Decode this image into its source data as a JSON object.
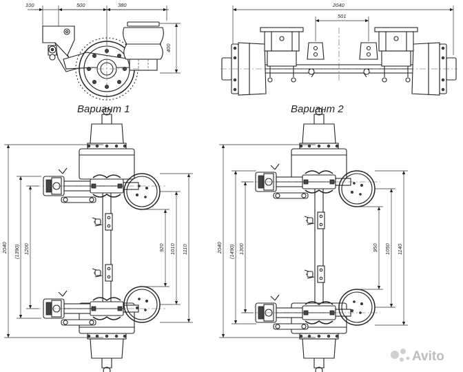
{
  "variants": {
    "v1_label": "Вариант 1",
    "v2_label": "Вариант 2"
  },
  "dims": {
    "side_w1": "100",
    "side_w2": "500",
    "side_w3": "380",
    "side_h": "400",
    "front_total": "2040",
    "front_spacing": "501",
    "v1": [
      "2040",
      "(1390)",
      "1200",
      "920",
      "1010",
      "1110"
    ],
    "v2": [
      "2040",
      "(1490)",
      "1300",
      "950",
      "1050",
      "1140"
    ]
  },
  "watermark": "Avito"
}
